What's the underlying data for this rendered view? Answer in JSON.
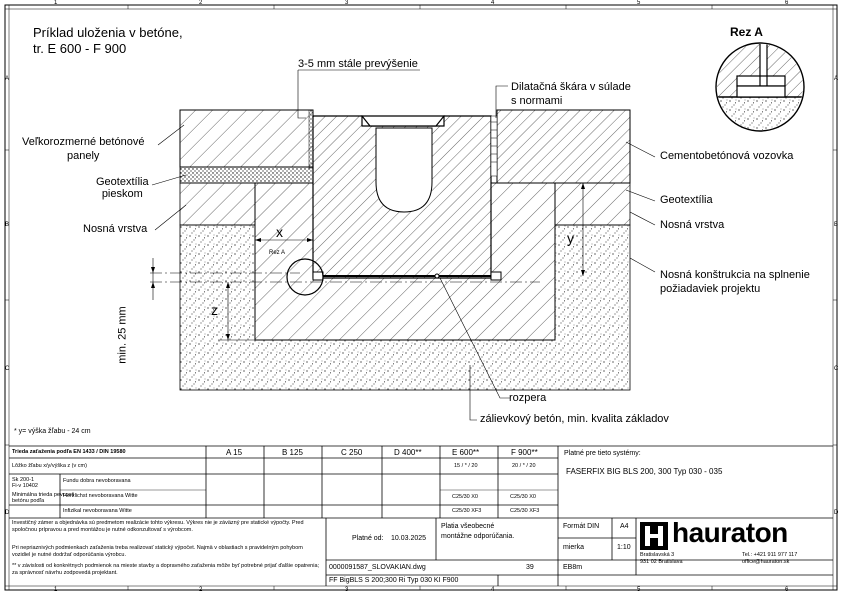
{
  "ruler": {
    "columns": [
      "1",
      "2",
      "3",
      "4",
      "5",
      "6"
    ],
    "rows": [
      "A",
      "B",
      "C",
      "D"
    ]
  },
  "title": {
    "line1": "Príklad uloženia v betóne,",
    "line2": "tr. E 600 - F 900"
  },
  "section_label": "Rez A",
  "detail_label": "Rez A",
  "labels": {
    "raised": "3-5 mm stále prevýšenie",
    "expansion_joint_1": "Dilatačná škára v súlade",
    "expansion_joint_2": "s normami",
    "concrete_pavers_1": "Veľkorozmerné betónové",
    "concrete_pavers_2": "panely",
    "geotextile_sand_1": "Geotextília",
    "geotextile_sand_2": "pieskom",
    "base_left": "Nosná vrstva",
    "cement_road": "Cementobetónová vozovka",
    "geotextile_right": "Geotextília",
    "base_right": "Nosná vrstva",
    "bearing_1": "Nosná konštrukcia na splnenie",
    "bearing_2": "požiadaviek projektu",
    "spacer": "rozpera",
    "infill": "zálievkový betón, min. kvalita základov",
    "dim_x": "x",
    "dim_y": "y",
    "dim_z": "z",
    "min25": "min. 25 mm",
    "footnote": "* y= výška žľabu - 24 cm"
  },
  "table": {
    "header_left": "Trieda zaťaženia podľa EN 1433 / DIN 19580",
    "classes": [
      "A 15",
      "B 125",
      "C 250",
      "D 400**",
      "E 600**",
      "F 900**"
    ],
    "row1_label": "Lôžko žľabu x/y/výška z (v cm)",
    "row1_e": "15 / * / 20",
    "row1_f": "20 / * / 20",
    "row2a_label": "Sk 200-1",
    "row2b_label": "Fi-v 10402",
    "row2c_label": "Fundu dobra nevoboravana",
    "row3a_label": "Minimálna trieda pevnosti",
    "row3b_label": "betónu podľa",
    "row3c_label": "Herzlichst nevoboravana Witte",
    "row3_e": "C25/30 X0",
    "row3_f": "C25/30 X0",
    "row4c_label": "Infizikal nevoboravana Witte",
    "row4_e": "C25/30 XF3",
    "row4_f": "C25/30 XF3",
    "valid_label": "Platné pre tieto systémy:",
    "system": "FASERFIX BIG BLS 200, 300 Typ 030 - 035"
  },
  "bottom": {
    "note1": "Investičný zámer a objednávka sú predmetom realizácie tohto výkresu. Výkres nie je záväzný pre statické výpočty. Pred spoločnou prípravou a pred montážou je nutné odkonzultovať s výrobcom.",
    "note2": "Pri nepriaznivých podmienkach zaťaženia treba realizovať statický výpočet. Najmä v oblastiach s pravidelným pohybom vozidiel je nutné dodržať odporúčania výrobcu.",
    "note3": "** v závislosti od konkrétnych podmienok na mieste stavby a dopravného zaťaženia môže byť potrebné prijať ďalšie opatrenia; za správnosť návrhu zodpovedá projektant.",
    "valid_from_label": "Platné od:",
    "valid_from": "10.03.2025",
    "assembly_1": "Platia všeobecné",
    "assembly_2": "montážne odporúčania.",
    "format_label": "Formát DIN",
    "format": "A4",
    "scale_label": "mierka",
    "scale": "1:10",
    "doc_no": "0000091587_SLOVAKIAN.dwg",
    "page": "39",
    "code": "EB8m",
    "footer": "FF BigBLS S 200;300  Ri Typ 030 KI F900",
    "brand": "hauraton",
    "addr1": "Bratislavská 3",
    "addr2": "931 02 Bratislava",
    "phone": "Tel.: +421 911 977 117",
    "email": "office@hauraton.sk"
  },
  "colors": {
    "line": "#000000",
    "hatch": "#000000",
    "paper": "#ffffff"
  }
}
